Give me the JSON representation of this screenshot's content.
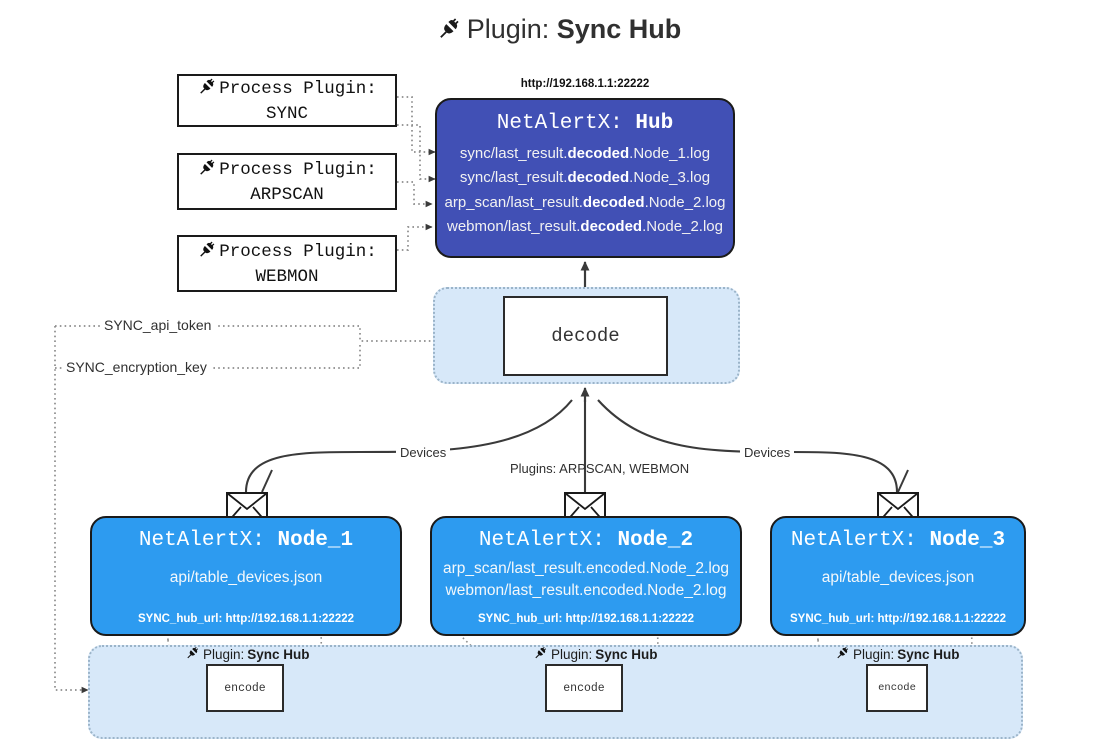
{
  "title": {
    "icon": "plug-icon",
    "prefix": "Plugin:",
    "name": "Sync Hub"
  },
  "hub": {
    "url_label": "http://192.168.1.1:22222",
    "app": "NetAlertX:",
    "name": "Hub",
    "logs": [
      {
        "pre": "sync/last_result.",
        "em": "decoded",
        "post": ".Node_1.log"
      },
      {
        "pre": "sync/last_result.",
        "em": "decoded",
        "post": ".Node_3.log"
      },
      {
        "pre": "arp_scan/last_result.",
        "em": "decoded",
        "post": ".Node_2.log"
      },
      {
        "pre": "webmon/last_result.",
        "em": "decoded",
        "post": ".Node_2.log"
      }
    ]
  },
  "process_plugins": [
    {
      "icon": "plug-icon",
      "line1": "Process Plugin:",
      "line2": "SYNC"
    },
    {
      "icon": "plug-icon",
      "line1": "Process Plugin:",
      "line2": "ARPSCAN"
    },
    {
      "icon": "plug-icon",
      "line1": "Process Plugin:",
      "line2": "WEBMON"
    }
  ],
  "decode": {
    "label": "decode"
  },
  "tokens": {
    "api_token": "SYNC_api_token",
    "encryption_key": "SYNC_encryption_key"
  },
  "edge_labels": {
    "devices_left": "Devices",
    "devices_right": "Devices",
    "plugins_center": "Plugins: ARPSCAN, WEBMON"
  },
  "nodes": [
    {
      "icon": "envelope-icon",
      "app": "NetAlertX:",
      "name": "Node_1",
      "lines": [
        {
          "pre": "api/table_devices.json",
          "em": "",
          "post": ""
        }
      ],
      "footer": "SYNC_hub_url: http://192.168.1.1:22222"
    },
    {
      "icon": "envelope-icon",
      "app": "NetAlertX:",
      "name": "Node_2",
      "lines": [
        {
          "pre": "arp_scan/last_result.encoded.Node_2.log",
          "em": "",
          "post": ""
        },
        {
          "pre": "webmon/last_result.encoded.Node_2.log",
          "em": "",
          "post": ""
        }
      ],
      "footer": "SYNC_hub_url: http://192.168.1.1:22222"
    },
    {
      "icon": "envelope-icon",
      "app": "NetAlertX:",
      "name": "Node_3",
      "lines": [
        {
          "pre": "api/table_devices.json",
          "em": "",
          "post": ""
        }
      ],
      "footer": "SYNC_hub_url: http://192.168.1.1:22222"
    }
  ],
  "encoders": [
    {
      "icon": "plug-icon",
      "prefix": "Plugin:",
      "name": "Sync Hub",
      "box": "encode"
    },
    {
      "icon": "plug-icon",
      "prefix": "Plugin:",
      "name": "Sync Hub",
      "box": "encode"
    },
    {
      "icon": "plug-icon",
      "prefix": "Plugin:",
      "name": "Sync Hub",
      "box": "encode"
    }
  ],
  "colors": {
    "hub": "#4150b5",
    "node": "#2d9bf0",
    "panel": "#d7e8f9",
    "stroke": "#1a1a1a",
    "dotted": "#888888"
  }
}
